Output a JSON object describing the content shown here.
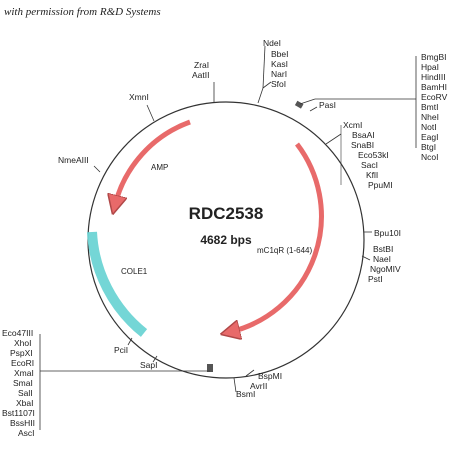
{
  "caption": "with permission from R&D Systems",
  "plasmid": {
    "name": "RDC2538",
    "size": "4682 bps"
  },
  "features": [
    {
      "key": "amp",
      "label": "AMP",
      "color": "#e86a6a"
    },
    {
      "key": "mc1qr",
      "label": "mC1qR (1-644)",
      "color": "#e86a6a"
    },
    {
      "key": "cole1",
      "label": "COLE1",
      "color": "#6dd4d4"
    }
  ],
  "sites": {
    "top_center": [
      "NdeI",
      "BbeI",
      "KasI",
      "NarI",
      "SfoI"
    ],
    "top_left": [
      "ZraI",
      "AatII"
    ],
    "xmni": "XmnI",
    "nmeaiii": "NmeAIII",
    "top_right_column": [
      "BmgBI",
      "HpaI",
      "HindIII",
      "BamHI",
      "EcoRV",
      "BmtI",
      "NheI",
      "NotI",
      "EagI",
      "BtgI",
      "NcoI"
    ],
    "pasi": "PasI",
    "right_group_1": [
      "XcmI",
      "BsaAI",
      "SnaBI",
      "Eco53kI",
      "SacI",
      "KflI",
      "PpuMI"
    ],
    "bpu10i": "Bpu10I",
    "right_group_2": [
      "BstBI",
      "NaeI",
      "NgoMIV",
      "PstI"
    ],
    "bottom_center": [
      "BspMI",
      "AvrII",
      "BsmI"
    ],
    "bottom_left_column": [
      "Eco47III",
      "XhoI",
      "PspXI",
      "EcoRI",
      "XmaI",
      "SmaI",
      "SalI",
      "XbaI",
      "Bst1107I",
      "BssHII",
      "AscI"
    ],
    "pcii": "PciI",
    "sapi": "SapI"
  }
}
